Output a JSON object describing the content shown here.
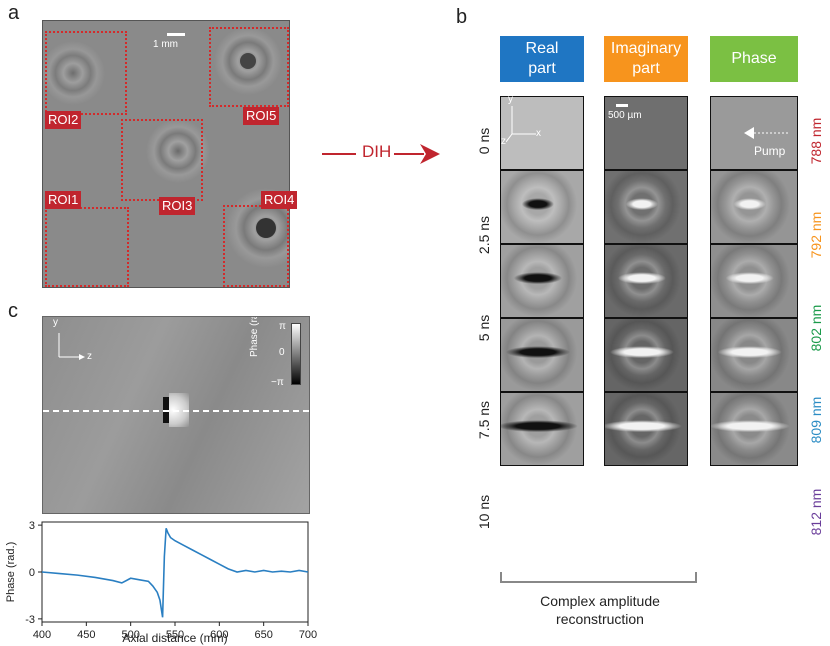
{
  "panels": {
    "a": "a",
    "b": "b",
    "c": "c"
  },
  "panel_a": {
    "scale_label": "1 mm",
    "rois": [
      "ROI2",
      "ROI5",
      "ROI3",
      "ROI1",
      "ROI4"
    ],
    "arrow_label": "DIH"
  },
  "panel_b": {
    "headers": [
      {
        "label": "Real\npart",
        "color": "#1f76c3"
      },
      {
        "label": "Imaginary\npart",
        "color": "#f7941d"
      },
      {
        "label": "Phase",
        "color": "#7bc043"
      }
    ],
    "times": [
      "0 ns",
      "2.5 ns",
      "5 ns",
      "7.5 ns",
      "10 ns"
    ],
    "wavelengths": [
      {
        "label": "788 nm",
        "color": "#c0252e"
      },
      {
        "label": "792 nm",
        "color": "#f7941d"
      },
      {
        "label": "802 nm",
        "color": "#1a9a4a"
      },
      {
        "label": "809 nm",
        "color": "#2b8cc4"
      },
      {
        "label": "812 nm",
        "color": "#6a3d9a"
      }
    ],
    "scale_label": "500 µm",
    "axis_y": "y",
    "axis_x": "x",
    "axis_z": "z",
    "pump_label": "Pump",
    "bracket_caption_1": "Complex amplitude",
    "bracket_caption_2": "reconstruction"
  },
  "panel_c": {
    "axis_y": "y",
    "axis_z": "z",
    "colorbar_label": "Phase (rad.)",
    "colorbar_top": "π",
    "colorbar_mid": "0",
    "colorbar_bot": "−π"
  },
  "chart_data": {
    "type": "line",
    "xlabel": "Axial distance (mm)",
    "ylabel": "Phase (rad.)",
    "xlim": [
      400,
      700
    ],
    "ylim": [
      -3.2,
      3.2
    ],
    "xticks": [
      400,
      450,
      500,
      550,
      600,
      650,
      700
    ],
    "yticks": [
      -3,
      0,
      3
    ],
    "series": [
      {
        "color": "#2a7fc2",
        "x": [
          400,
          420,
          440,
          460,
          480,
          490,
          500,
          510,
          520,
          525,
          530,
          533,
          536,
          538,
          540,
          542,
          545,
          550,
          560,
          570,
          580,
          590,
          600,
          610,
          620,
          630,
          640,
          650,
          660,
          670,
          680,
          690,
          700
        ],
        "y": [
          0,
          -0.1,
          -0.2,
          -0.35,
          -0.55,
          -0.7,
          -0.4,
          -0.5,
          -0.6,
          -0.9,
          -1.3,
          -1.8,
          -2.9,
          1.0,
          2.8,
          2.5,
          2.2,
          2.0,
          1.7,
          1.4,
          1.1,
          0.8,
          0.5,
          0.2,
          0.0,
          0.1,
          0.0,
          0.1,
          0.0,
          0.05,
          0.0,
          0.1,
          0.0
        ]
      }
    ]
  }
}
